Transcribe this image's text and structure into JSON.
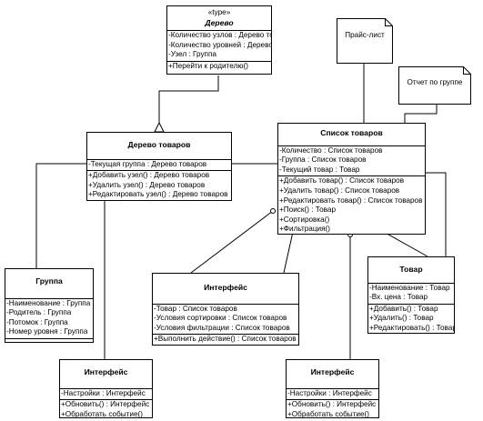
{
  "classes": {
    "derevo": {
      "stereotype": "«type»",
      "name": "Дерево",
      "attributes": [
        "-Количество узлов : Дерево товаров",
        "-Количество уровней : Дерево",
        "-Узел : Группа"
      ],
      "operations": [
        "+Перейти к родителю()"
      ]
    },
    "derevo_tovarov": {
      "name": "Дерево товаров",
      "attributes": [
        "-Текущая группа : Дерево товаров"
      ],
      "operations": [
        "+Добавить узел() : Дерево товаров",
        "+Удалить узел() : Дерево товаров",
        "+Редактировать узел() : Дерево товаров"
      ]
    },
    "spisok_tovarov": {
      "name": "Список товаров",
      "attributes": [
        "-Количество : Список товаров",
        "-Группа : Список товаров",
        "-Текущий товар : Товар"
      ],
      "operations": [
        "+Добавить товар() : Список товаров",
        "+Удалить товар() : Список товаров",
        "+Редактировать товар() : Список товаров",
        "+Поиск() : Товар",
        "+Сортировка()",
        "+Фильтрация()"
      ]
    },
    "gruppa": {
      "name": "Группа",
      "attributes": [
        "-Наименование : Группа",
        "-Родитель : Группа",
        "-Потомок : Группа",
        "-Номер уровня : Группа"
      ],
      "operations": []
    },
    "interfeis_mid": {
      "name": "Интерфейс",
      "attributes": [
        "-Товар : Список товаров",
        "-Условия сортировки : Список товаров",
        "-Условия фильтрации : Список товаров"
      ],
      "operations": [
        "+Выполнить действие() : Список товаров"
      ]
    },
    "tovar": {
      "name": "Товар",
      "attributes": [
        "-Наименование : Товар",
        "-Вх. цена : Товар"
      ],
      "operations": [
        "+Добавить() : Товар",
        "+Удалить() : Товар",
        "+Редактировать() : Товар"
      ]
    },
    "interfeis_left": {
      "name": "Интерфейс",
      "attributes": [
        "-Настройки : Интерфейс"
      ],
      "operations": [
        "+Обновить() : Интерфейс",
        "+Обработать событие()"
      ]
    },
    "interfeis_right": {
      "name": "Интерфейс",
      "attributes": [
        "-Настройки : Интерфейс"
      ],
      "operations": [
        "+Обновить() : Интерфейс",
        "+Обработать событие()"
      ]
    }
  },
  "notes": {
    "price": "Прайс-лист",
    "report": "Отчет по группе"
  }
}
